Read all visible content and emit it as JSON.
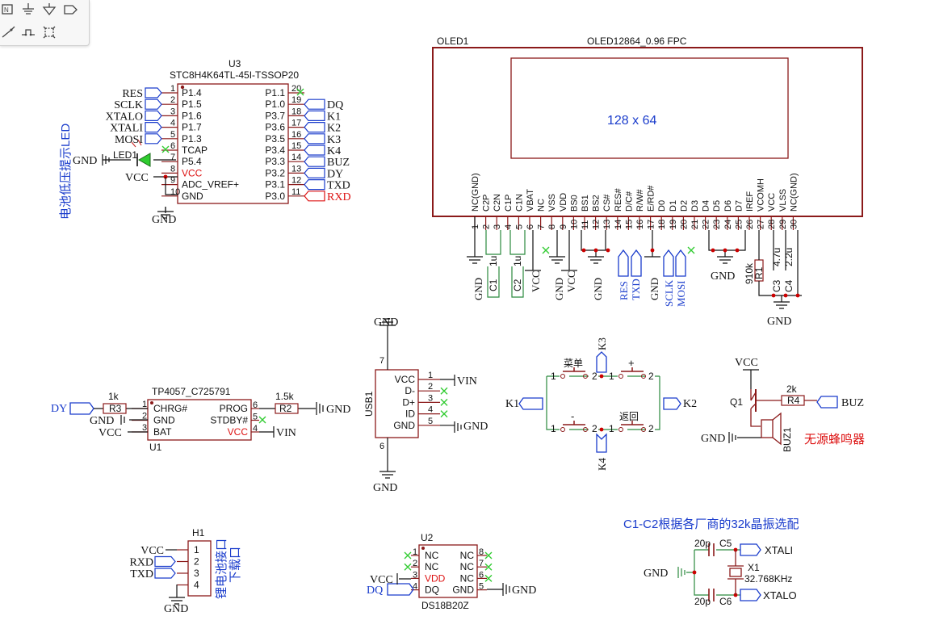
{
  "colors": {
    "wire": "#2b8a3e",
    "part": "#8b1a1a",
    "pin": "#8b1a1a",
    "pinnum": "#111111",
    "label": "#1111aa",
    "red": "#dd1111",
    "noconn": "#33cc33",
    "netport": "#1a3ccc",
    "blue_text": "#1a3ccc"
  },
  "toolbar": {
    "icons": [
      "net-label-icon",
      "ground-icon",
      "gnd-triangle-icon",
      "net-port-icon",
      "wire-tool-icon",
      "probe-icon",
      "select-box-icon"
    ]
  },
  "u3": {
    "ref": "U3",
    "value": "STC8H4K64TL-45I-TSSOP20",
    "left_pins": [
      {
        "num": "1",
        "name": "P1.4"
      },
      {
        "num": "2",
        "name": "P1.5"
      },
      {
        "num": "3",
        "name": "P1.6"
      },
      {
        "num": "4",
        "name": "P1.7"
      },
      {
        "num": "5",
        "name": "P1.3"
      },
      {
        "num": "6",
        "name": "TCAP"
      },
      {
        "num": "7",
        "name": "P5.4"
      },
      {
        "num": "8",
        "name": "VCC"
      },
      {
        "num": "9",
        "name": "ADC_VREF+"
      },
      {
        "num": "10",
        "name": "GND"
      }
    ],
    "right_pins": [
      {
        "num": "20",
        "name": "P1.1"
      },
      {
        "num": "19",
        "name": "P1.0"
      },
      {
        "num": "18",
        "name": "P3.7"
      },
      {
        "num": "17",
        "name": "P3.6"
      },
      {
        "num": "16",
        "name": "P3.5"
      },
      {
        "num": "15",
        "name": "P3.4"
      },
      {
        "num": "14",
        "name": "P3.3"
      },
      {
        "num": "13",
        "name": "P3.2"
      },
      {
        "num": "12",
        "name": "P3.1"
      },
      {
        "num": "11",
        "name": "P3.0"
      }
    ],
    "left_nets": [
      "RES",
      "SCLK",
      "XTALO",
      "XTALI",
      "MOSI"
    ],
    "right_nets": [
      "DQ",
      "K1",
      "K2",
      "K3",
      "K4",
      "BUZ",
      "DY",
      "TXD",
      "RXD"
    ]
  },
  "led": {
    "ref": "LED1",
    "caption": "电池低压提示LED",
    "gnd": "GND",
    "vcc": "VCC"
  },
  "oled": {
    "ref": "OLED1",
    "value": "OLED12864_0.96 FPC",
    "screen": "128 x 64",
    "pins": [
      "NC(GND)",
      "C2P",
      "C2N",
      "C1P",
      "C1N",
      "VBAT",
      "NC",
      "VSS",
      "VDD",
      "BS0",
      "BS1",
      "BS2",
      "CS#",
      "RES#",
      "D/C#",
      "R/W#",
      "E/RD#",
      "D0",
      "D1",
      "D2",
      "D3",
      "D4",
      "D5",
      "D6",
      "D7",
      "IREF",
      "VCOMH",
      "VCC",
      "VLSS",
      "NC(GND)"
    ],
    "nums": [
      "1",
      "2",
      "3",
      "4",
      "5",
      "6",
      "7",
      "8",
      "9",
      "10",
      "11",
      "12",
      "13",
      "14",
      "15",
      "16",
      "17",
      "18",
      "19",
      "20",
      "21",
      "22",
      "23",
      "24",
      "25",
      "26",
      "27",
      "28",
      "29",
      "30"
    ],
    "bottom_labels": {
      "gnd1": "GND",
      "c1": "C1",
      "c1v": "1u",
      "c2": "C2",
      "c2v": "1u",
      "vcc1": "VCC",
      "gnd2": "GND",
      "vcc2": "VCC",
      "gnd3": "GND",
      "res": "RES",
      "txd": "TXD",
      "gnd4": "GND",
      "sclk": "SCLK",
      "mosi": "MOSI",
      "gnd5": "GND",
      "r1": "R1",
      "r1v": "910k",
      "c3": "C3",
      "c3v": "4.7u",
      "c4": "C4",
      "c4v": "2.2u",
      "gnd6": "GND"
    }
  },
  "u1": {
    "ref": "U1",
    "value": "TP4057_C725791",
    "left_pins": [
      {
        "num": "1",
        "name": "CHRG#"
      },
      {
        "num": "2",
        "name": "GND"
      },
      {
        "num": "3",
        "name": "BAT"
      }
    ],
    "right_pins": [
      {
        "num": "6",
        "name": "PROG"
      },
      {
        "num": "5",
        "name": "STDBY#"
      },
      {
        "num": "4",
        "name": "VCC"
      }
    ],
    "r3": "R3",
    "r3v": "1k",
    "r2": "R2",
    "r2v": "1.5k",
    "dy": "DY",
    "gnd": "GND",
    "vcc": "VCC",
    "vin": "VIN",
    "gnd_r": "GND"
  },
  "usb": {
    "ref": "USB1",
    "pins": [
      {
        "num": "1",
        "name": "VCC"
      },
      {
        "num": "2",
        "name": "D-"
      },
      {
        "num": "3",
        "name": "D+"
      },
      {
        "num": "4",
        "name": "ID"
      },
      {
        "num": "5",
        "name": "GND"
      }
    ],
    "top_num": "7",
    "bot_num": "6",
    "gnd_top": "GND",
    "gnd_bot": "GND",
    "vin": "VIN",
    "gnd_r": "GND"
  },
  "keys": {
    "k3": "K3",
    "k4": "K4",
    "k1": "K1",
    "k2": "K2",
    "menu": "菜单",
    "plus": "+",
    "minus": "-",
    "back": "返回",
    "n1": "1",
    "n2": "2"
  },
  "buzzer": {
    "vcc": "VCC",
    "q": "Q1",
    "r4": "R4",
    "r4v": "2k",
    "buz": "BUZ",
    "gnd": "GND",
    "ref": "BUZ1",
    "caption": "无源蜂鸣器"
  },
  "h1": {
    "ref": "H1",
    "nets": [
      "VCC",
      "RXD",
      "TXD"
    ],
    "nums": [
      "1",
      "2",
      "3",
      "4"
    ],
    "gnd": "GND",
    "caption1": "锂电池接口",
    "caption2": "下载口"
  },
  "u2": {
    "ref": "U2",
    "value": "DS18B20Z",
    "left_pins": [
      {
        "num": "1",
        "name": "NC"
      },
      {
        "num": "2",
        "name": "NC"
      },
      {
        "num": "3",
        "name": "VDD"
      },
      {
        "num": "4",
        "name": "DQ"
      }
    ],
    "right_pins": [
      {
        "num": "8",
        "name": "NC"
      },
      {
        "num": "7",
        "name": "NC"
      },
      {
        "num": "6",
        "name": "NC"
      },
      {
        "num": "5",
        "name": "GND"
      }
    ],
    "vcc": "VCC",
    "dq": "DQ",
    "gnd": "GND"
  },
  "crystal": {
    "note": "C1-C2根据各厂商的32k晶振选配",
    "c5": "C5",
    "c5v": "20p",
    "c6": "C6",
    "c6v": "20p",
    "x1": "X1",
    "x1v": "32.768KHz",
    "xtali": "XTALI",
    "xtalo": "XTALO",
    "gnd": "GND"
  }
}
